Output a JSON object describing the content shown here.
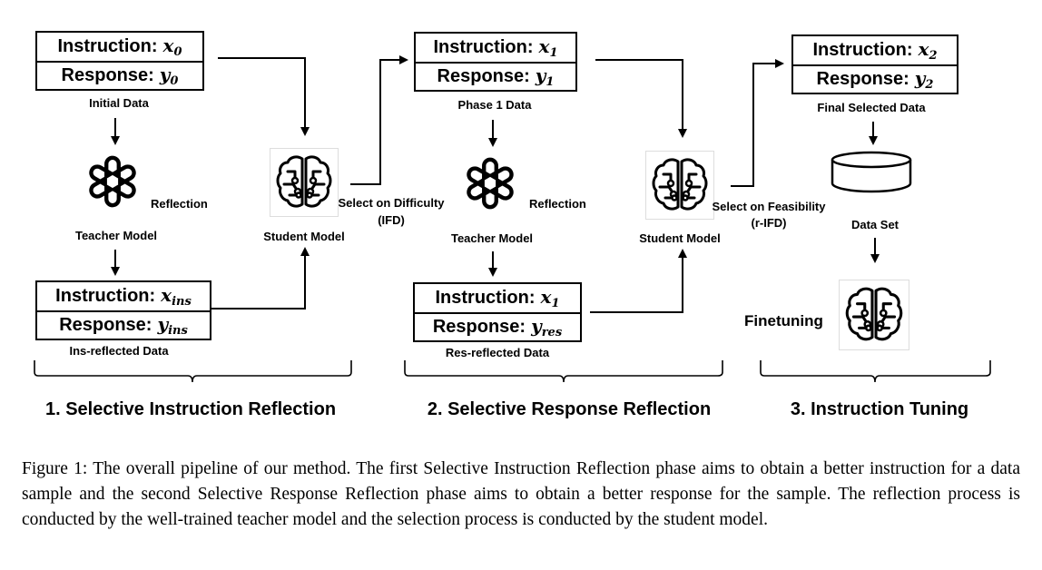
{
  "boxes": {
    "initial": {
      "instruction_label": "Instruction:",
      "instruction_var": "x",
      "instruction_sub": "0",
      "response_label": "Response:",
      "response_var": "y",
      "response_sub": "0",
      "caption": "Initial Data"
    },
    "ins_reflected": {
      "instruction_label": "Instruction:",
      "instruction_var": "x",
      "instruction_sub": "ins",
      "response_label": "Response:",
      "response_var": "y",
      "response_sub": "ins",
      "caption": "Ins-reflected Data"
    },
    "phase1": {
      "instruction_label": "Instruction:",
      "instruction_var": "x",
      "instruction_sub": "1",
      "response_label": "Response:",
      "response_var": "y",
      "response_sub": "1",
      "caption": "Phase 1 Data"
    },
    "res_reflected": {
      "instruction_label": "Instruction:",
      "instruction_var": "x",
      "instruction_sub": "1",
      "response_label": "Response:",
      "response_var": "y",
      "response_sub": "res",
      "caption": "Res-reflected Data"
    },
    "final": {
      "instruction_label": "Instruction:",
      "instruction_var": "x",
      "instruction_sub": "2",
      "response_label": "Response:",
      "response_var": "y",
      "response_sub": "2",
      "caption": "Final Selected Data"
    }
  },
  "labels": {
    "reflection_1": "Reflection",
    "teacher_model_1": "Teacher Model",
    "student_model_1": "Student Model",
    "select_difficulty": "Select on Difficulty",
    "select_difficulty_sub": "(IFD)",
    "reflection_2": "Reflection",
    "teacher_model_2": "Teacher Model",
    "student_model_2": "Student Model",
    "select_feasibility": "Select on Feasibility",
    "select_feasibility_sub": "(r-IFD)",
    "data_set": "Data Set",
    "finetuning": "Finetuning"
  },
  "sections": {
    "s1": "1. Selective Instruction Reflection",
    "s2": "2. Selective Response Reflection",
    "s3": "3. Instruction Tuning"
  },
  "icons": {
    "teacher": "openai-logo-icon",
    "student": "brain-circuit-icon",
    "database": "database-cylinder-icon"
  },
  "caption": "Figure 1: The overall pipeline of our method. The first Selective Instruction Reflection phase aims to obtain a better instruction for a data sample and the second Selective Response Reflection phase aims to obtain a better response for the sample. The reflection process is conducted by the well-trained teacher model and the selection process is conducted by the student model."
}
